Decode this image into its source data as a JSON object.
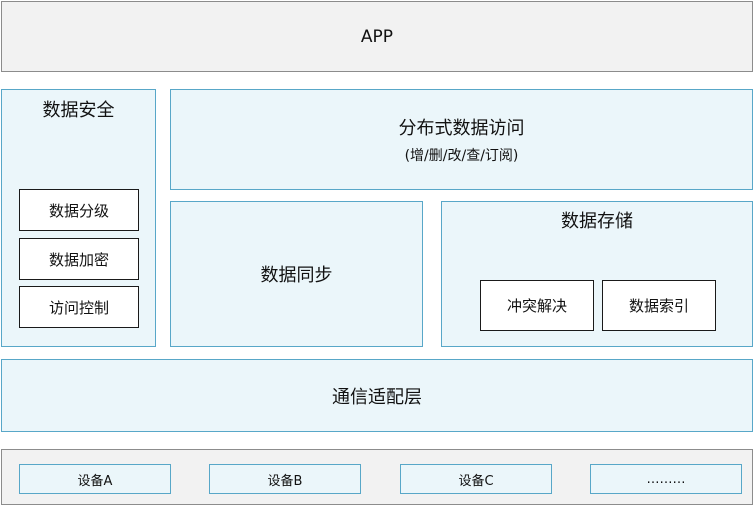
{
  "app": {
    "label": "APP"
  },
  "security": {
    "title": "数据安全",
    "items": [
      "数据分级",
      "数据加密",
      "访问控制"
    ]
  },
  "access": {
    "title": "分布式数据访问",
    "subtitle": "(增/删/改/查/订阅)"
  },
  "sync": {
    "label": "数据同步"
  },
  "storage": {
    "title": "数据存储",
    "items": [
      "冲突解决",
      "数据索引"
    ]
  },
  "comm": {
    "label": "通信适配层"
  },
  "devices": {
    "items": [
      "设备A",
      "设备B",
      "设备C",
      "………"
    ]
  }
}
